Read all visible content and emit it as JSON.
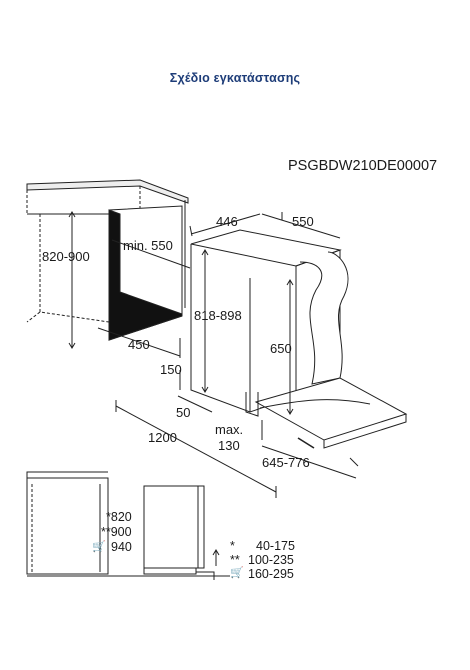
{
  "header": {
    "title": "Σχέδιο εγκατάστασης"
  },
  "model_code": "PSGBDW210DE00007",
  "dimensions": {
    "niche_height": "820-900",
    "min_depth": "min. 550",
    "niche_depth": "450",
    "door_height": "818-898",
    "plinth_height": "150",
    "plinth_depth": "50",
    "width_446": "446",
    "depth_550": "550",
    "door_panel_height": "650",
    "max_label": "max.",
    "max_value": "130",
    "door_travel": "645-776",
    "total_width": "1200"
  },
  "side_view": {
    "h1": "*820",
    "h2": "**900",
    "h3": "940",
    "legend": [
      {
        "mark": "*",
        "value": "40-175"
      },
      {
        "mark": "**",
        "value": "100-235"
      },
      {
        "mark": "cart",
        "value": "160-295"
      }
    ]
  }
}
